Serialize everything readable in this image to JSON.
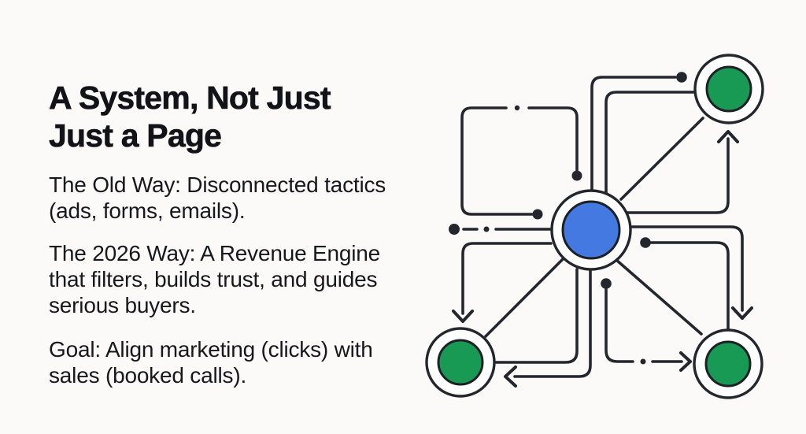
{
  "content": {
    "heading": {
      "line1": "A System, Not Just",
      "line2": "Just a Page"
    },
    "old_way": {
      "line1": "The Old Way: Disconnected tactics",
      "line2": "(ads, forms, emails)."
    },
    "new_way": {
      "line1": "The 2026 Way: A Revenue Engine",
      "line2": "that filters, builds trust, and guides",
      "line3": "serious buyers."
    },
    "goal": {
      "line1": "Goal: Align marketing (clicks) with",
      "line2": "sales (booked calls)."
    }
  },
  "diagram": {
    "colors": {
      "hub_fill": "#4379e0",
      "spoke_fill": "#189a55",
      "ring_fill": "#ffffff",
      "line": "#23272d"
    }
  }
}
